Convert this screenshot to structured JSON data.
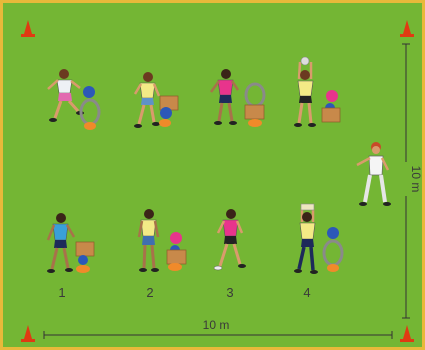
{
  "field": {
    "grass_color": "#74b634",
    "border_color": "#e8b93a",
    "line_color": "#333333",
    "cone_color": "#e03a12",
    "width_label": "10 m",
    "height_label": "10 m"
  },
  "stations": [
    {
      "label": "1"
    },
    {
      "label": "2"
    },
    {
      "label": "3"
    },
    {
      "label": "4"
    }
  ],
  "coach": {
    "icon": "coach-with-whistle-icon"
  },
  "equipment": {
    "ball_colors": [
      "#2c58b8",
      "#e8348c"
    ],
    "hoop_color": "#8a8a8a",
    "box_color": "#c8894a",
    "base_color": "#f08a2a"
  }
}
